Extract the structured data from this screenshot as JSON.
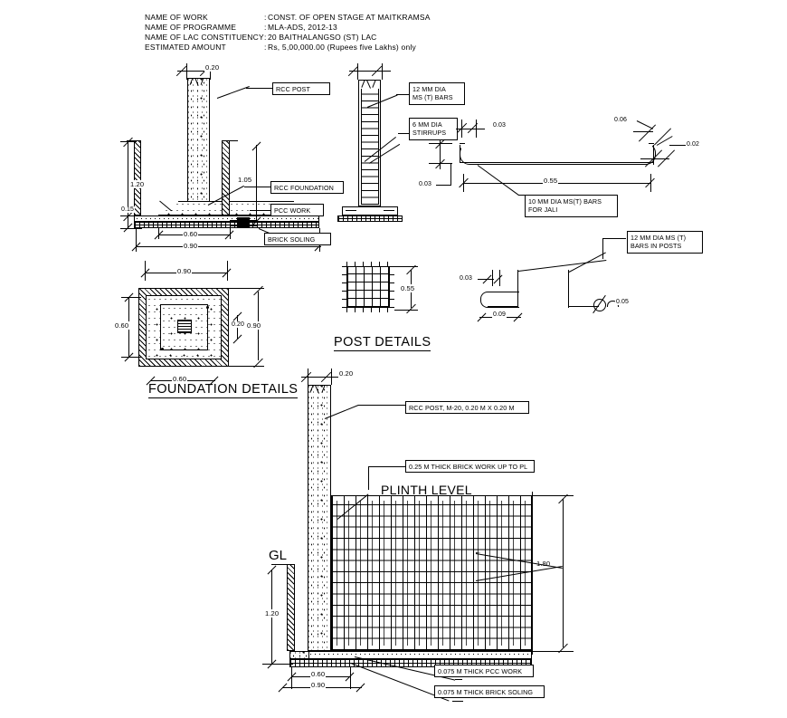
{
  "drawing": {
    "title_block": [
      {
        "field": "NAME OF WORK",
        "sep": ":",
        "value": "CONST. OF OPEN STAGE AT MAITKRAMSA"
      },
      {
        "field": "NAME OF PROGRAMME",
        "sep": ":",
        "value": "MLA-ADS, 2012-13"
      },
      {
        "field": "NAME OF LAC CONSTITUENCY",
        "sep": ":",
        "value": "20 BAITHALANGSO (ST) LAC"
      },
      {
        "field": "ESTIMATED AMOUNT",
        "sep": ":",
        "value": "Rs, 5,00,000.00 (Rupees five Lakhs) only"
      }
    ],
    "headings": {
      "foundation_details": "FOUNDATION DETAILS",
      "post_details": "POST  DETAILS",
      "plinth_level": "PLINTH LEVEL",
      "gl": "GL"
    },
    "callouts": {
      "rcc_post": "RCC POST",
      "rcc_foundation": "RCC FOUNDATION",
      "pcc_work": "PCC WORK",
      "brick_soling": "BRICK SOLING",
      "bars_12mm_l1": "12 MM DIA",
      "bars_12mm_l2": "MS (T) BARS",
      "stirrups_l1": "6 MM DIA",
      "stirrups_l2": "STIRRUPS",
      "jali_bars_l1": "10 MM DIA MS(T) BARS",
      "jali_bars_l2": "FOR JALI",
      "posts_bars_l1": "12 MM DIA MS (T)",
      "posts_bars_l2": "BARS IN POSTS",
      "rcc_post_m20": "RCC POST, M-20, 0.20 M X 0.20 M",
      "brick_work_pl": "0.25 M THICK BRICK WORK UP TO PL",
      "pcc_work_075": "0.075 M THICK PCC WORK",
      "brick_soling_075": "0.075 M THICK BRICK SOLING"
    },
    "dimensions": {
      "sec_post_width": "0.20",
      "sec_depth_120": "1.20",
      "sec_pcc_015": "0.15",
      "sec_found_060": "0.60",
      "sec_found_090": "0.90",
      "sec_right_105": "1.05",
      "plan_top_090": "0.90",
      "plan_left_060": "0.60",
      "plan_inner_020": "0.20",
      "plan_right_090": "0.90",
      "plan_bottom_060": "0.60",
      "post_height_020": "0.20",
      "mesh_055": "0.55",
      "jali_hook_003": "0.03",
      "jali_left_003": "0.03",
      "jali_len_055": "0.55",
      "jali_right_006": "0.06",
      "jali_right_002": "0.02",
      "hook_003": "0.03",
      "hook_009": "0.09",
      "hook_005": "0.05",
      "big_post_020": "0.20",
      "big_height_180": "1.80",
      "big_depth_120": "1.20",
      "big_base_060": "0.60",
      "big_base_090": "0.90"
    },
    "colors": {
      "line": "#000000",
      "paper": "#ffffff"
    }
  }
}
